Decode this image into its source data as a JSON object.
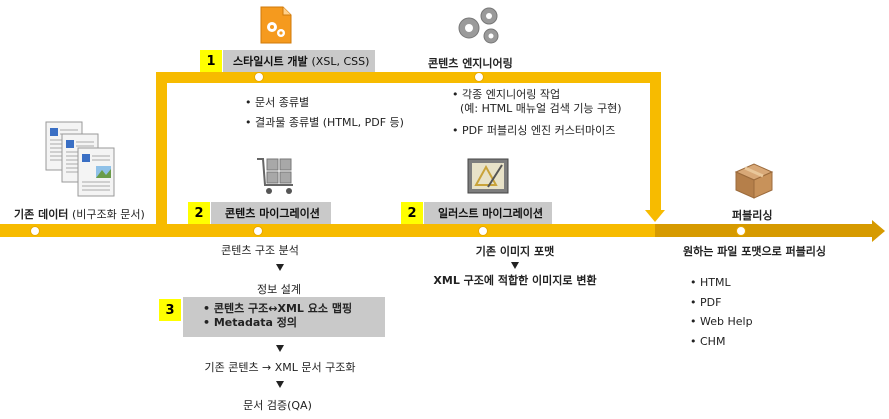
{
  "legacy": {
    "label_bold": "기존 데이터",
    "label_normal": "(비구조화 문서)"
  },
  "stylesheet": {
    "number": "1",
    "label_bold": "스타일시트 개발",
    "label_normal": "(XSL, CSS)",
    "bullets": [
      "문서 종류별",
      "결과물 종류별 (HTML, PDF 등)"
    ]
  },
  "engine": {
    "title": "콘텐츠 엔지니어링",
    "bullets": [
      {
        "line1": "각종 엔지니어링 작업",
        "line2": "(예: HTML 매뉴얼 검색 기능 구현)"
      },
      {
        "line1": "PDF 퍼블리싱 엔진 커스터마이즈",
        "line2": ""
      }
    ]
  },
  "content_migration": {
    "number": "2",
    "label": "콘텐츠 마이그레이션",
    "steps": [
      "콘텐츠 구조 분석",
      "정보 설계"
    ],
    "box_number": "3",
    "box_lines": [
      "• 콘텐츠 구조↔XML 요소 맵핑",
      "• Metadata 정의"
    ],
    "steps_after": [
      "기존 콘텐츠 → XML 문서 구조화",
      "문서 검증(QA)"
    ]
  },
  "illustration_migration": {
    "number": "2",
    "label": "일러스트 마이그레이션",
    "step1": "기존 이미지 포맷",
    "step2": "XML 구조에 적합한 이미지로 변환"
  },
  "publishing": {
    "title": "퍼블리싱",
    "subtitle": "원하는 파일 포맷으로 퍼블리싱",
    "formats": [
      "HTML",
      "PDF",
      "Web Help",
      "CHM"
    ]
  },
  "colors": {
    "accent": "#f7bb00",
    "arrow_dark": "#d69a00",
    "badge": "#ffff00",
    "gray_box": "#c9c9c9"
  }
}
